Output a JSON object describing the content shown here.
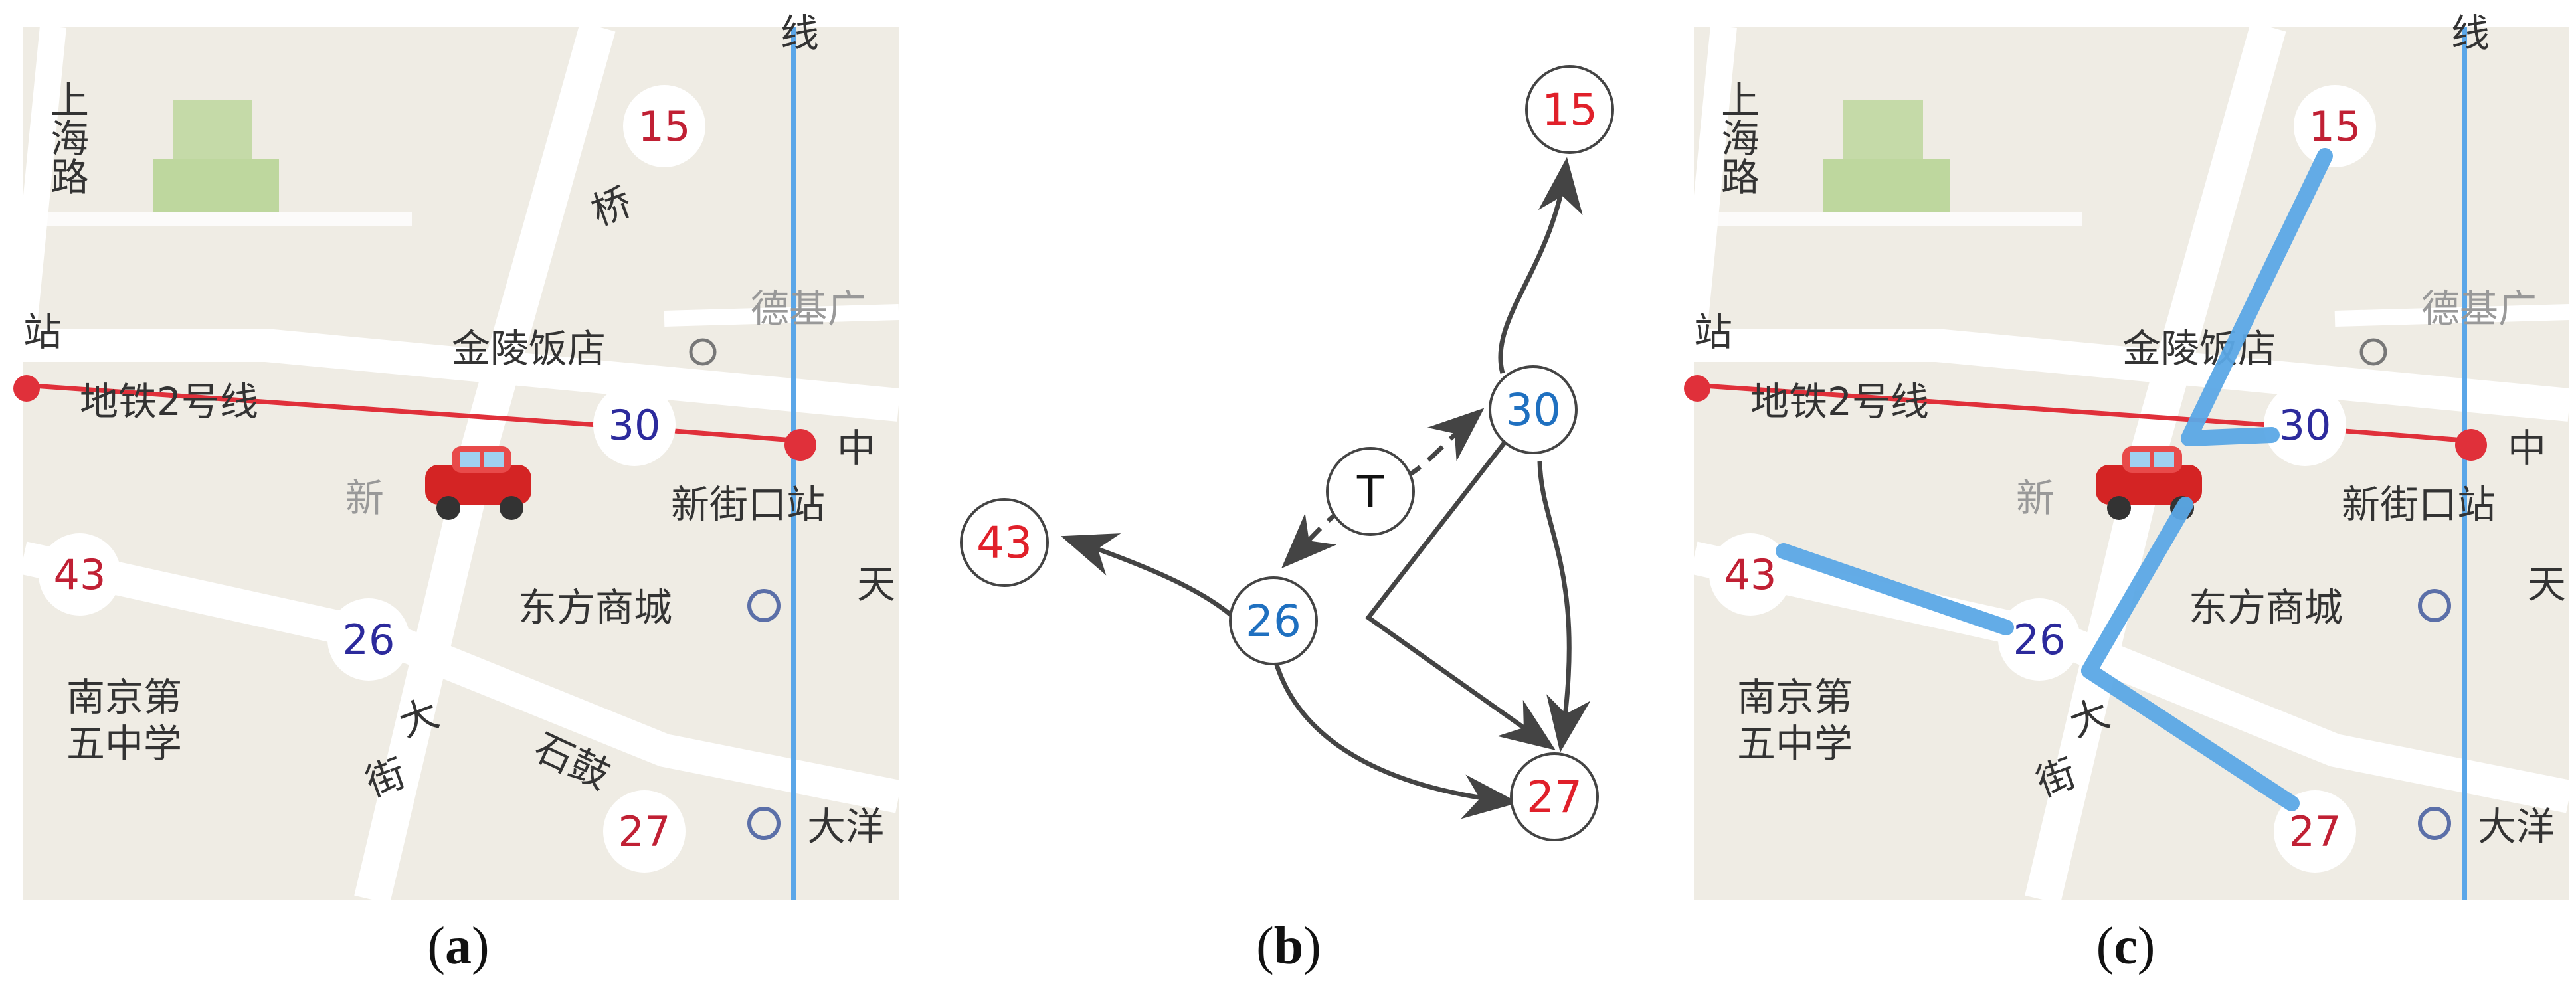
{
  "labels": {
    "shanghai_rd": "上海路",
    "xian_line": "线",
    "station_left": "站",
    "metro_line2": "地铁2号线",
    "jinling_hotel": "金陵饭店",
    "deji_plaza": "德基广",
    "zhong": "中",
    "xinjiekou_station": "新街口站",
    "xin": "新",
    "tian": "天",
    "dongfang_mall": "东方商城",
    "nanjing_no5_school_l1": "南京第",
    "nanjing_no5_school_l2": "五中学",
    "dayang": "大洋",
    "shi_gu": "石鼓",
    "avenue_da": "大",
    "avenue_jie": "街",
    "qiao": "桥"
  },
  "nodes": {
    "n15": "15",
    "n30": "30",
    "n43": "43",
    "n26": "26",
    "n27": "27",
    "t": "T"
  },
  "captions": {
    "a": "a",
    "b": "b",
    "c": "c"
  },
  "colors": {
    "map_bg": "#efece4",
    "road": "#ffffff",
    "metro_red": "#e0303a",
    "metro_blue": "#5aa6e8",
    "park_green": "#a9cf80",
    "node_red": "#e0202a",
    "node_blue": "#1f70c0",
    "node_navy": "#2c2a9c",
    "edge_gray": "#444444",
    "path_blue": "#5ba8e6"
  }
}
